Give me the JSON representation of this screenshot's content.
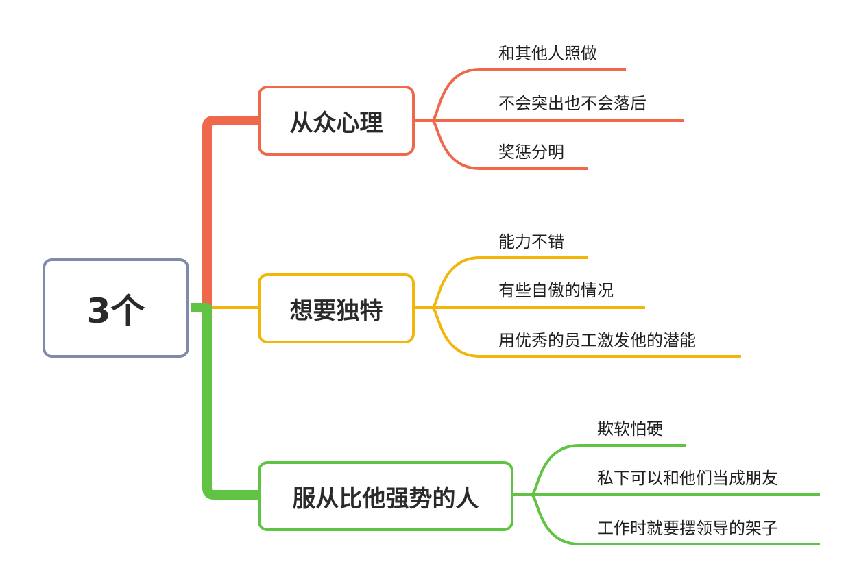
{
  "root": {
    "label": "3个",
    "color": "#7f8ba8"
  },
  "branches": [
    {
      "label": "从众心理",
      "color": "#f0684b",
      "children": [
        "和其他人照做",
        "不会突出也不会落后",
        "奖惩分明"
      ]
    },
    {
      "label": "想要独特",
      "color": "#f2b50c",
      "children": [
        "能力不错",
        "有些自傲的情况",
        "用优秀的员工激发他的潜能"
      ]
    },
    {
      "label": "服从比他强势的人",
      "color": "#61c344",
      "children": [
        "欺软怕硬",
        "私下可以和他们当成朋友",
        "工作时就要摆领导的架子"
      ]
    }
  ]
}
